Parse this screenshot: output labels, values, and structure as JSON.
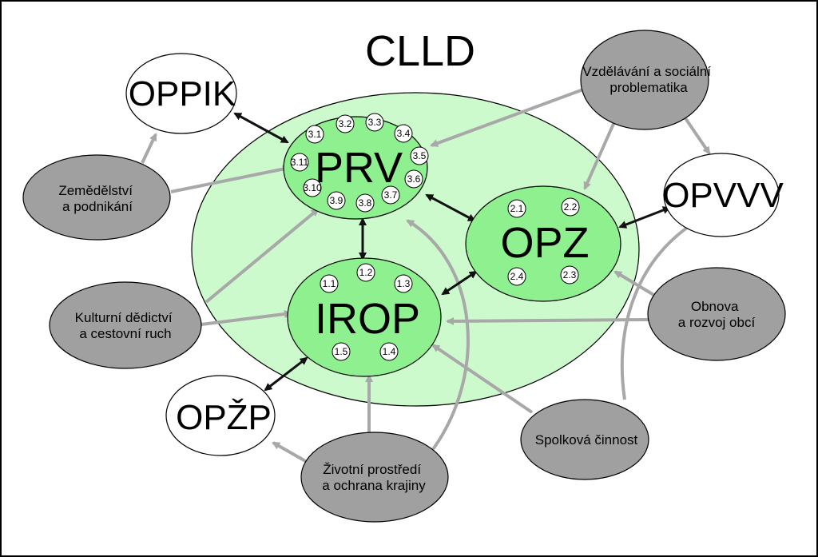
{
  "title": "CLLD",
  "programs": {
    "prv": "PRV",
    "opz": "OPZ",
    "irop": "IROP",
    "oppik": "OPPIK",
    "opvvv": "OPVVV",
    "opzp": "OPŽP"
  },
  "prv_measures": [
    "3.1",
    "3.2",
    "3.3",
    "3.4",
    "3.5",
    "3.6",
    "3.7",
    "3.8",
    "3.9",
    "3.10",
    "3.11"
  ],
  "opz_measures": [
    "2.1",
    "2.2",
    "2.3",
    "2.4"
  ],
  "irop_measures": [
    "1.1",
    "1.2",
    "1.3",
    "1.4",
    "1.5"
  ],
  "themes": {
    "vzdelavani": [
      "Vzdělávání a sociální",
      "problematika"
    ],
    "zemedelstvi": [
      "Zemědělství",
      "a podnikání"
    ],
    "kultura": [
      "Kulturní dědictví",
      "a cestovní ruch"
    ],
    "obnova": [
      "Obnova",
      "a rozvoj obcí"
    ],
    "spolkova": [
      "Spolková činnost"
    ],
    "zivotni": [
      "Životní prostředí",
      "a ochrana krajiny"
    ]
  },
  "colors": {
    "clld_fill": "#ccfacc",
    "program_fill": "#8ef08e",
    "theme_fill": "#a0a0a0",
    "arrow_gray": "#a8a8a8",
    "arrow_black": "#111111"
  }
}
